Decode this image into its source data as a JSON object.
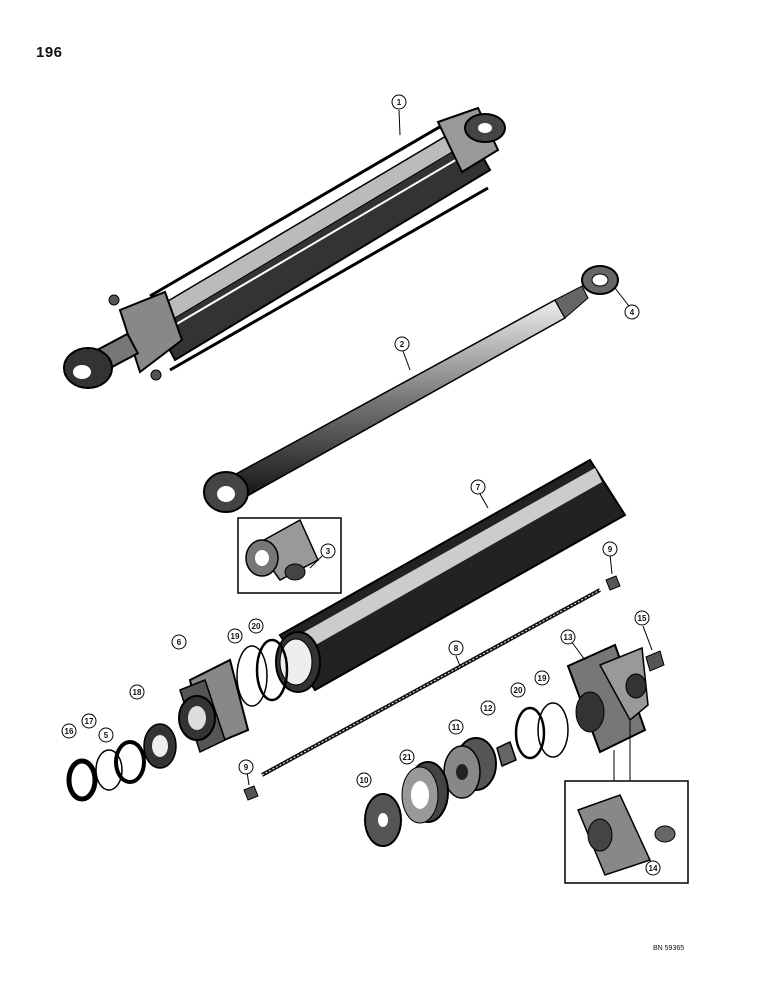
{
  "page_number": "196",
  "drawing_code": "BN 59365",
  "callouts": [
    "1",
    "2",
    "3",
    "4",
    "5",
    "6",
    "7",
    "8",
    "9",
    "9",
    "10",
    "11",
    "12",
    "13",
    "14",
    "15",
    "16",
    "17",
    "18",
    "19",
    "19",
    "20",
    "20",
    "21"
  ]
}
